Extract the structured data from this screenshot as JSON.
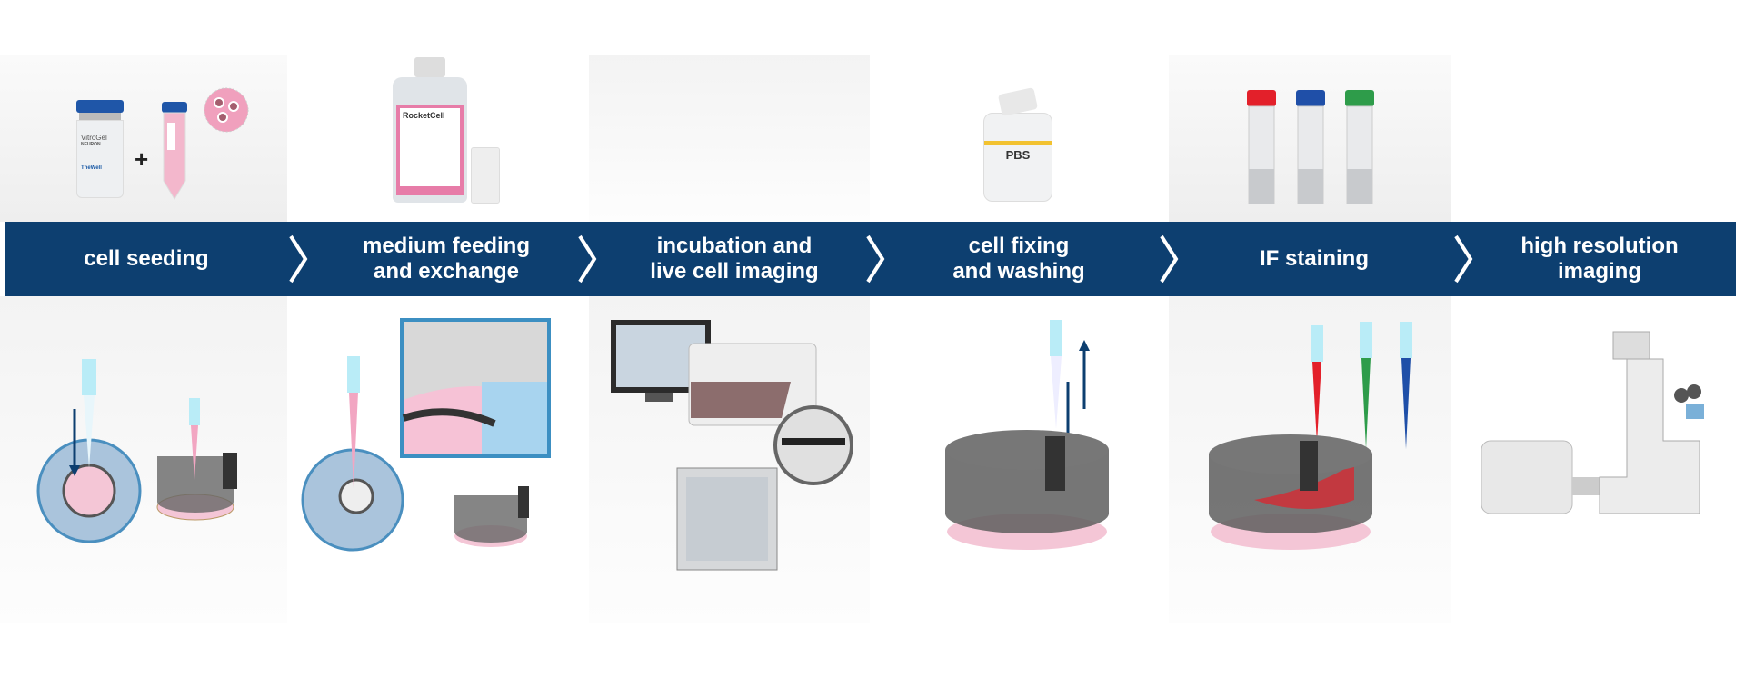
{
  "steps": [
    {
      "line1": "cell seeding",
      "line2": ""
    },
    {
      "line1": "medium feeding",
      "line2": "and exchange"
    },
    {
      "line1": "incubation and",
      "line2": "live cell imaging"
    },
    {
      "line1": "cell fixing",
      "line2": "and washing"
    },
    {
      "line1": "IF staining",
      "line2": ""
    },
    {
      "line1": "high resolution",
      "line2": "imaging"
    }
  ],
  "products": {
    "vial_name": "VitroGel",
    "vial_sub": "NEURON",
    "brand": "TheWell",
    "plus": "+",
    "medium_name": "RocketCell",
    "pbs_label": "PBS"
  },
  "colors": {
    "banner": "#0d3f70",
    "pink": "#e98cb1",
    "red": "#e3202a",
    "green": "#2e9c4a",
    "blue": "#1f4fa8"
  }
}
